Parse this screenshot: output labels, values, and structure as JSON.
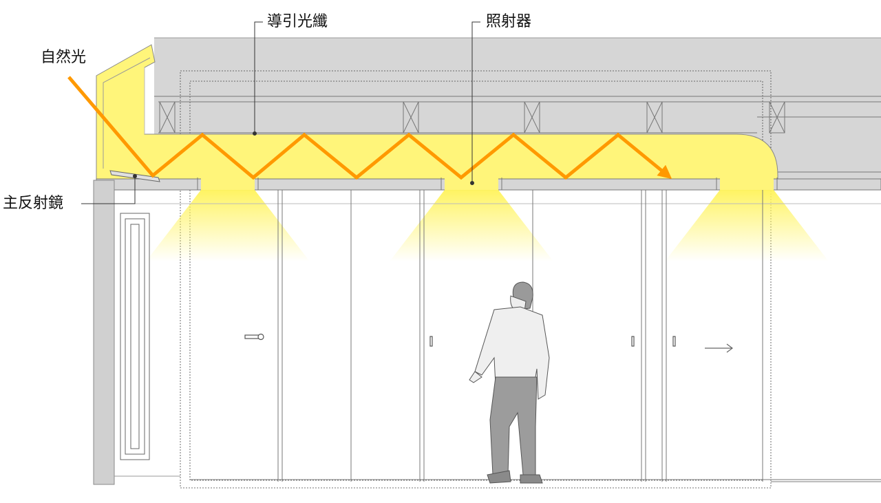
{
  "labels": {
    "natural_light": "自然光",
    "light_guide": "導引光纖",
    "illuminator": "照射器",
    "main_mirror": "主反射鏡"
  },
  "colors": {
    "light_path": "#ff9900",
    "light_glow": "#fff57a",
    "structure_gray": "#d5d5d5",
    "line": "#555555"
  },
  "icons": {
    "door_arrow": "right-arrow-icon",
    "person": "person-figure"
  }
}
